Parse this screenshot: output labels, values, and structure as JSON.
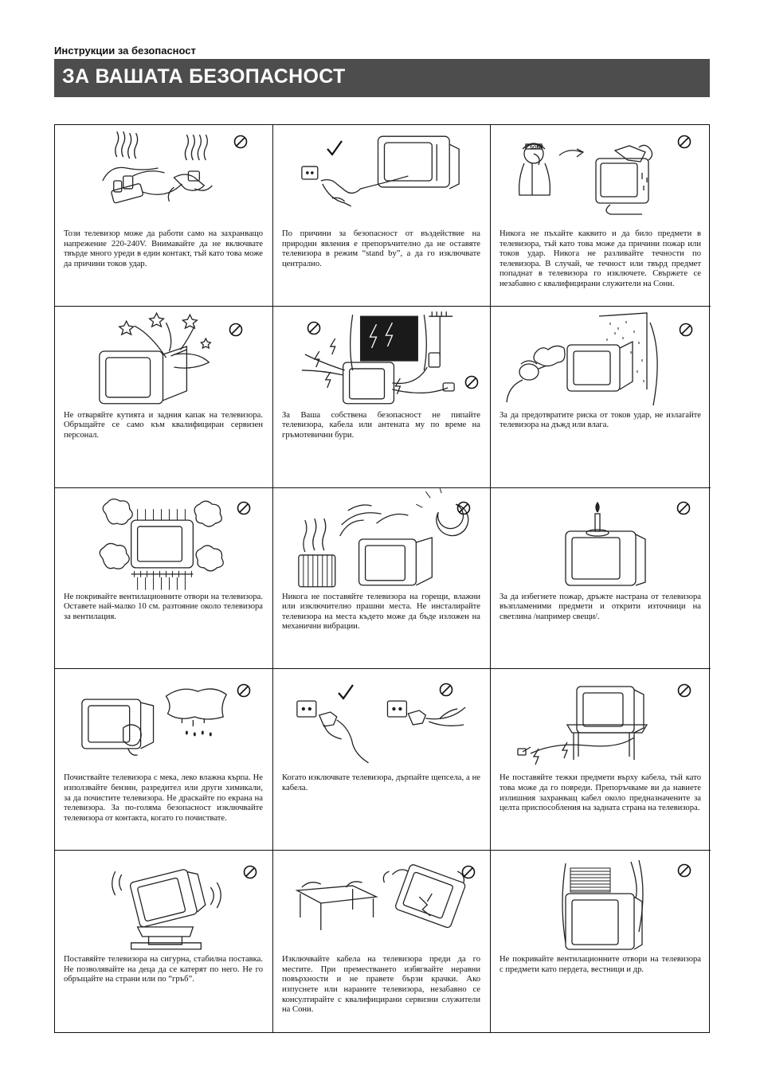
{
  "header": {
    "section": "Инструкции за безопасност",
    "title": "ЗА ВАШАТА БЕЗОПАСНОСТ"
  },
  "cells": [
    {
      "text": "Този телевизор може да работи само на захранващо напрежение 220-240V. Внимавайте да не включвате твърде много уреди в един контакт, тъй като това може да причини токов удар.",
      "icon": "no-sign"
    },
    {
      "text": "По причини за безопасност от въздействие на природни явления е препоръчително да не оставяте телевизора в режим “stand by”, а да го изключвате централно.",
      "icon": "check-mark"
    },
    {
      "text": "Никога не пъхайте каквито и да било предмети в телевизора, тъй като това може да причини пожар или токов удар. Никога не разливайте течности по телевизора. В случай, че течност или твърд предмет попаднат в телевизора го изключете. Свържете се незабавно с квалифицирани служители на Сони.",
      "icon": "no-sign"
    },
    {
      "text": "Не отваряйте кутията и задния капак на телевизора. Обръщайте се само към квалифициран сервизен персонал.",
      "icon": "no-sign"
    },
    {
      "text": "За Ваша собствена безопасност не пипайте телевизора, кабела или антената му по време на гръмотевични бури.",
      "icon": "no-sign"
    },
    {
      "text": "За да предотвратите риска от токов удар, не излагайте телевизора на дъжд или влага.",
      "icon": "no-sign"
    },
    {
      "text": "Не покривайте вентилационните отвори на телевизора. Оставете най-малко 10 см. разтояние около телевизора за вентилация.",
      "icon": "no-sign"
    },
    {
      "text": "Никога не поставяйте телевизора на горещи, влажни или изключително прашни места. Не инсталирайте телевизора на места където може да бъде изложен на механични вибрации.",
      "icon": "no-sign"
    },
    {
      "text": "За да избегнете пожар, дръжте настрана от телевизора възпламеними предмети и открити източници на светлина /например свещи/.",
      "icon": "no-sign"
    },
    {
      "text": "Почиствайте телевизора с мека, леко влажна кърпа. Не използвайте бензин, разредител или други химикали, за да почистите телевизора. Не драскайте по екрана на телевизора. За по-голяма безопасност изключвайте телевизора от контакта, когато го почиствате.",
      "icon": "no-sign"
    },
    {
      "text": "Когато изключвате телевизора, дърпайте щепсела, а не кабела.",
      "icon": "check-mark"
    },
    {
      "text": "Не поставяйте тежки предмети върху кабела, тъй като това може да го повреди. Препоръчваме ви да навиете излишния захранващ кабел около предназначените за целта приспособления на задната страна на телевизора.",
      "icon": "no-sign"
    },
    {
      "text": "Поставяйте телевизора на сигурна, стабилна поставка. Не позволявайте на деца да се катерят по него. Не го обръщайте на страни или по “гръб”.",
      "icon": "no-sign"
    },
    {
      "text": "Изключвайте кабела на телевизора преди да го местите. При преместването избягвайте неравни повърхности и не правете бързи крачки. Ако изпуснете или нараните телевизора, незабавно се консултирайте с квалифицирани сервизни служители на Сони.",
      "icon": "no-sign"
    },
    {
      "text": "Не покривайте вентилационните отвори на телевизора с предмети като пердета, вестници и др.",
      "icon": "no-sign"
    }
  ]
}
